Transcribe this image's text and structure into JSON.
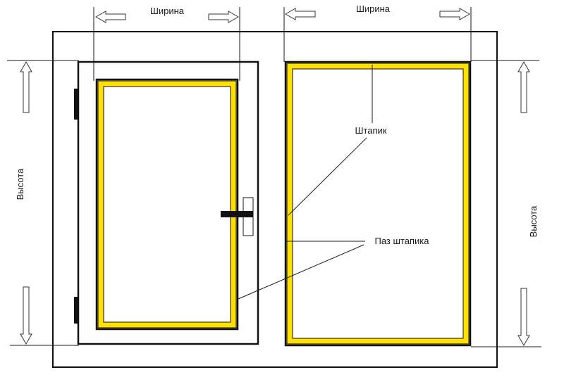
{
  "labels": {
    "width_left": "Ширина",
    "width_right": "Ширина",
    "height_left": "Высота",
    "height_right": "Высота",
    "shtapik": "Штапик",
    "paz_shtapika": "Паз штапика"
  },
  "colors": {
    "line": "#111111",
    "bead": "#ffe000",
    "background": "#ffffff"
  }
}
